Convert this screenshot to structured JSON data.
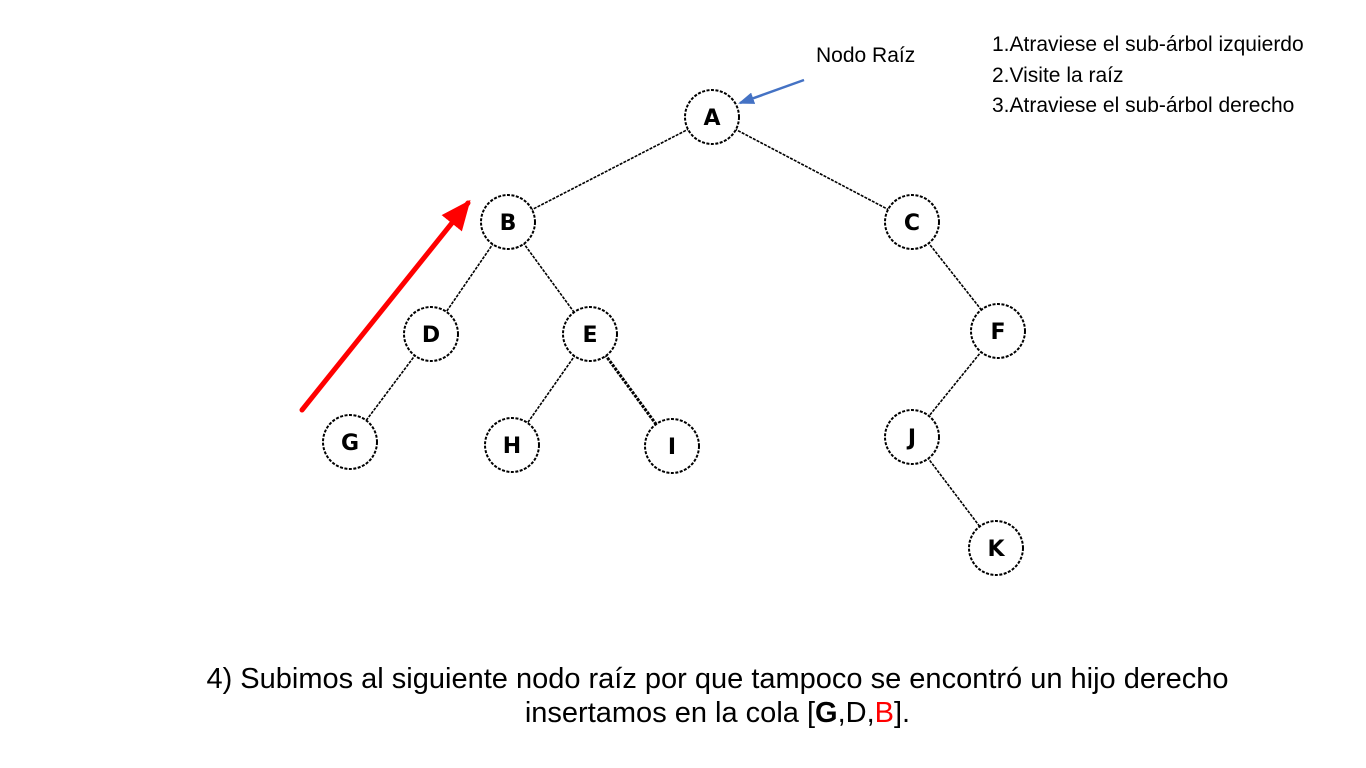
{
  "root_label": "Nodo Raíz",
  "steps": [
    "1.Atraviese el sub-árbol izquierdo",
    "2.Visite la raíz",
    "3.Atraviese el sub-árbol derecho"
  ],
  "nodes": [
    "A",
    "B",
    "C",
    "D",
    "E",
    "F",
    "G",
    "H",
    "I",
    "J",
    "K"
  ],
  "caption": {
    "line1": "4) Subimos al siguiente nodo raíz por que tampoco se encontró un hijo derecho",
    "line2_prefix": "insertamos en la cola [",
    "queue": [
      "G",
      "D",
      "B"
    ],
    "line2_suffix": "]."
  },
  "colors": {
    "traversal_arrow": "#ff0000",
    "root_pointer_arrow": "#4472c4",
    "highlighted_queue_item": "#ff0000"
  }
}
